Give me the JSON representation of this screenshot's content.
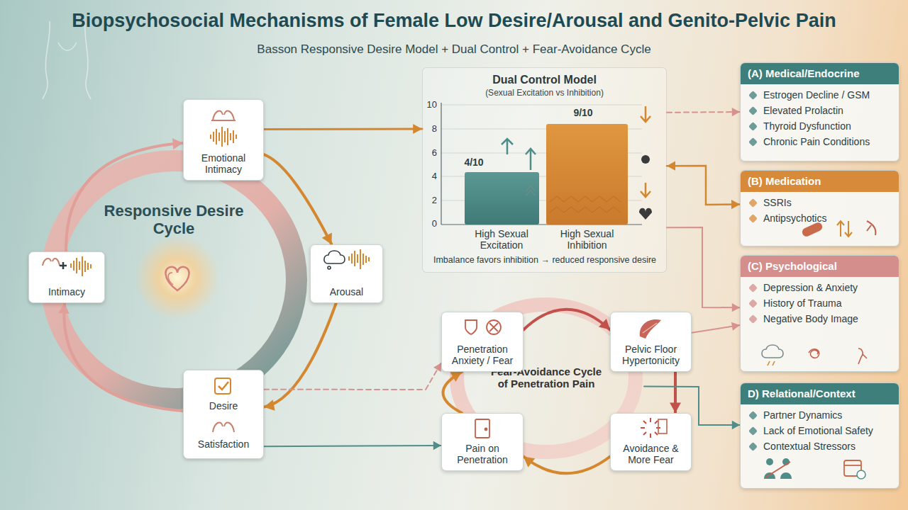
{
  "diagram": {
    "title": "Biopsychosocial Mechanisms of Female Low Desire/Arousal and Genito-Pelvic Pain",
    "nodes": [
      {
        "text": [
          "Responsive Desire Cycle"
        ]
      },
      {
        "text": [
          "Emotional Intimacy"
        ]
      },
      {
        "text": [
          "Intimacy"
        ]
      },
      {
        "text": [
          "Arousal"
        ]
      },
      {
        "text": [
          "Desire",
          "Satisfaction"
        ]
      },
      {
        "text": [
          "Dual Control Model",
          "(Sexual Excitation vs Inhibition)"
        ]
      },
      {
        "text": [
          "Fear-Avoidance Cycle of Penetration Pain"
        ]
      },
      {
        "text": [
          "Penetration Anxiety / Fear"
        ]
      },
      {
        "text": [
          "Pelvic Floor Hypertonicity"
        ]
      },
      {
        "text": [
          "Pain on Penetration"
        ]
      },
      {
        "text": [
          "Avoidance & More Fear"
        ]
      },
      {
        "text": [
          "(A) Medical/Endocrine",
          "Estrogen Decline / GSM",
          "Elevated Prolactin",
          "Thyroid Dysfunction",
          "Chronic Pain Conditions"
        ]
      },
      {
        "text": [
          "(B) Medication",
          "SSRIs",
          "Antipsychotics"
        ]
      },
      {
        "text": [
          "(C) Psychological",
          "Depression & Anxiety",
          "History of Trauma",
          "Negative Body Image"
        ]
      },
      {
        "text": [
          "D) Relational/Context",
          "Partner Dynamics",
          "Lack of Emotional Safety",
          "Contextual Stressors"
        ]
      }
    ],
    "edges": [
      {
        "from": 1,
        "to": 3,
        "arrow": "to"
      },
      {
        "from": 3,
        "to": 4,
        "arrow": "to"
      },
      {
        "from": 4,
        "to": 2,
        "arrow": "to"
      },
      {
        "from": 2,
        "to": 1,
        "arrow": "to"
      },
      {
        "from": 1,
        "to": 5,
        "arrow": "to"
      },
      {
        "from": 5,
        "to": 11,
        "arrow": "to"
      },
      {
        "from": 5,
        "to": 12,
        "arrow": "both"
      },
      {
        "from": 5,
        "to": 13,
        "arrow": "to"
      },
      {
        "from": 4,
        "to": 7,
        "arrow": "to"
      },
      {
        "from": 4,
        "to": 9,
        "arrow": "to"
      },
      {
        "from": 7,
        "to": 8,
        "arrow": "to"
      },
      {
        "from": 8,
        "to": 10,
        "arrow": "to"
      },
      {
        "from": 10,
        "to": 9,
        "arrow": "to"
      },
      {
        "from": 9,
        "to": 7,
        "arrow": "to"
      },
      {
        "from": 8,
        "to": 13,
        "arrow": "to"
      },
      {
        "from": 6,
        "to": 14,
        "arrow": "to"
      }
    ],
    "labels": [
      "Basson Responsive Desire Model + Dual Control + Fear-Avoidance Cycle",
      "10",
      "8",
      "6",
      "4",
      "2",
      "0",
      "4/10",
      "9/10",
      "High Sexual Excitation",
      "High Sexual Inhibition",
      "Imbalance favors inhibition → reduced responsive desire"
    ]
  }
}
